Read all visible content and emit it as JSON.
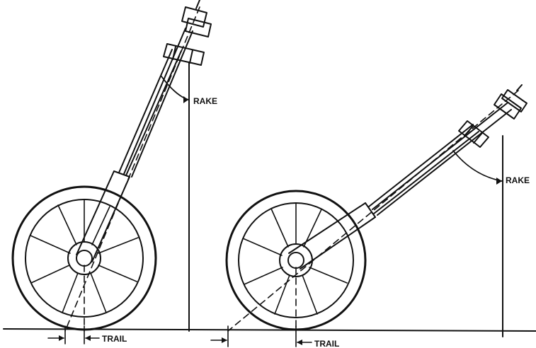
{
  "figure": {
    "labels": {
      "left_rake": "RAKE",
      "left_trail": "TRAIL",
      "right_rake": "RAKE",
      "right_trail": "TRAIL"
    }
  },
  "colors": {
    "ink": "#111111",
    "background": "#ffffff"
  }
}
